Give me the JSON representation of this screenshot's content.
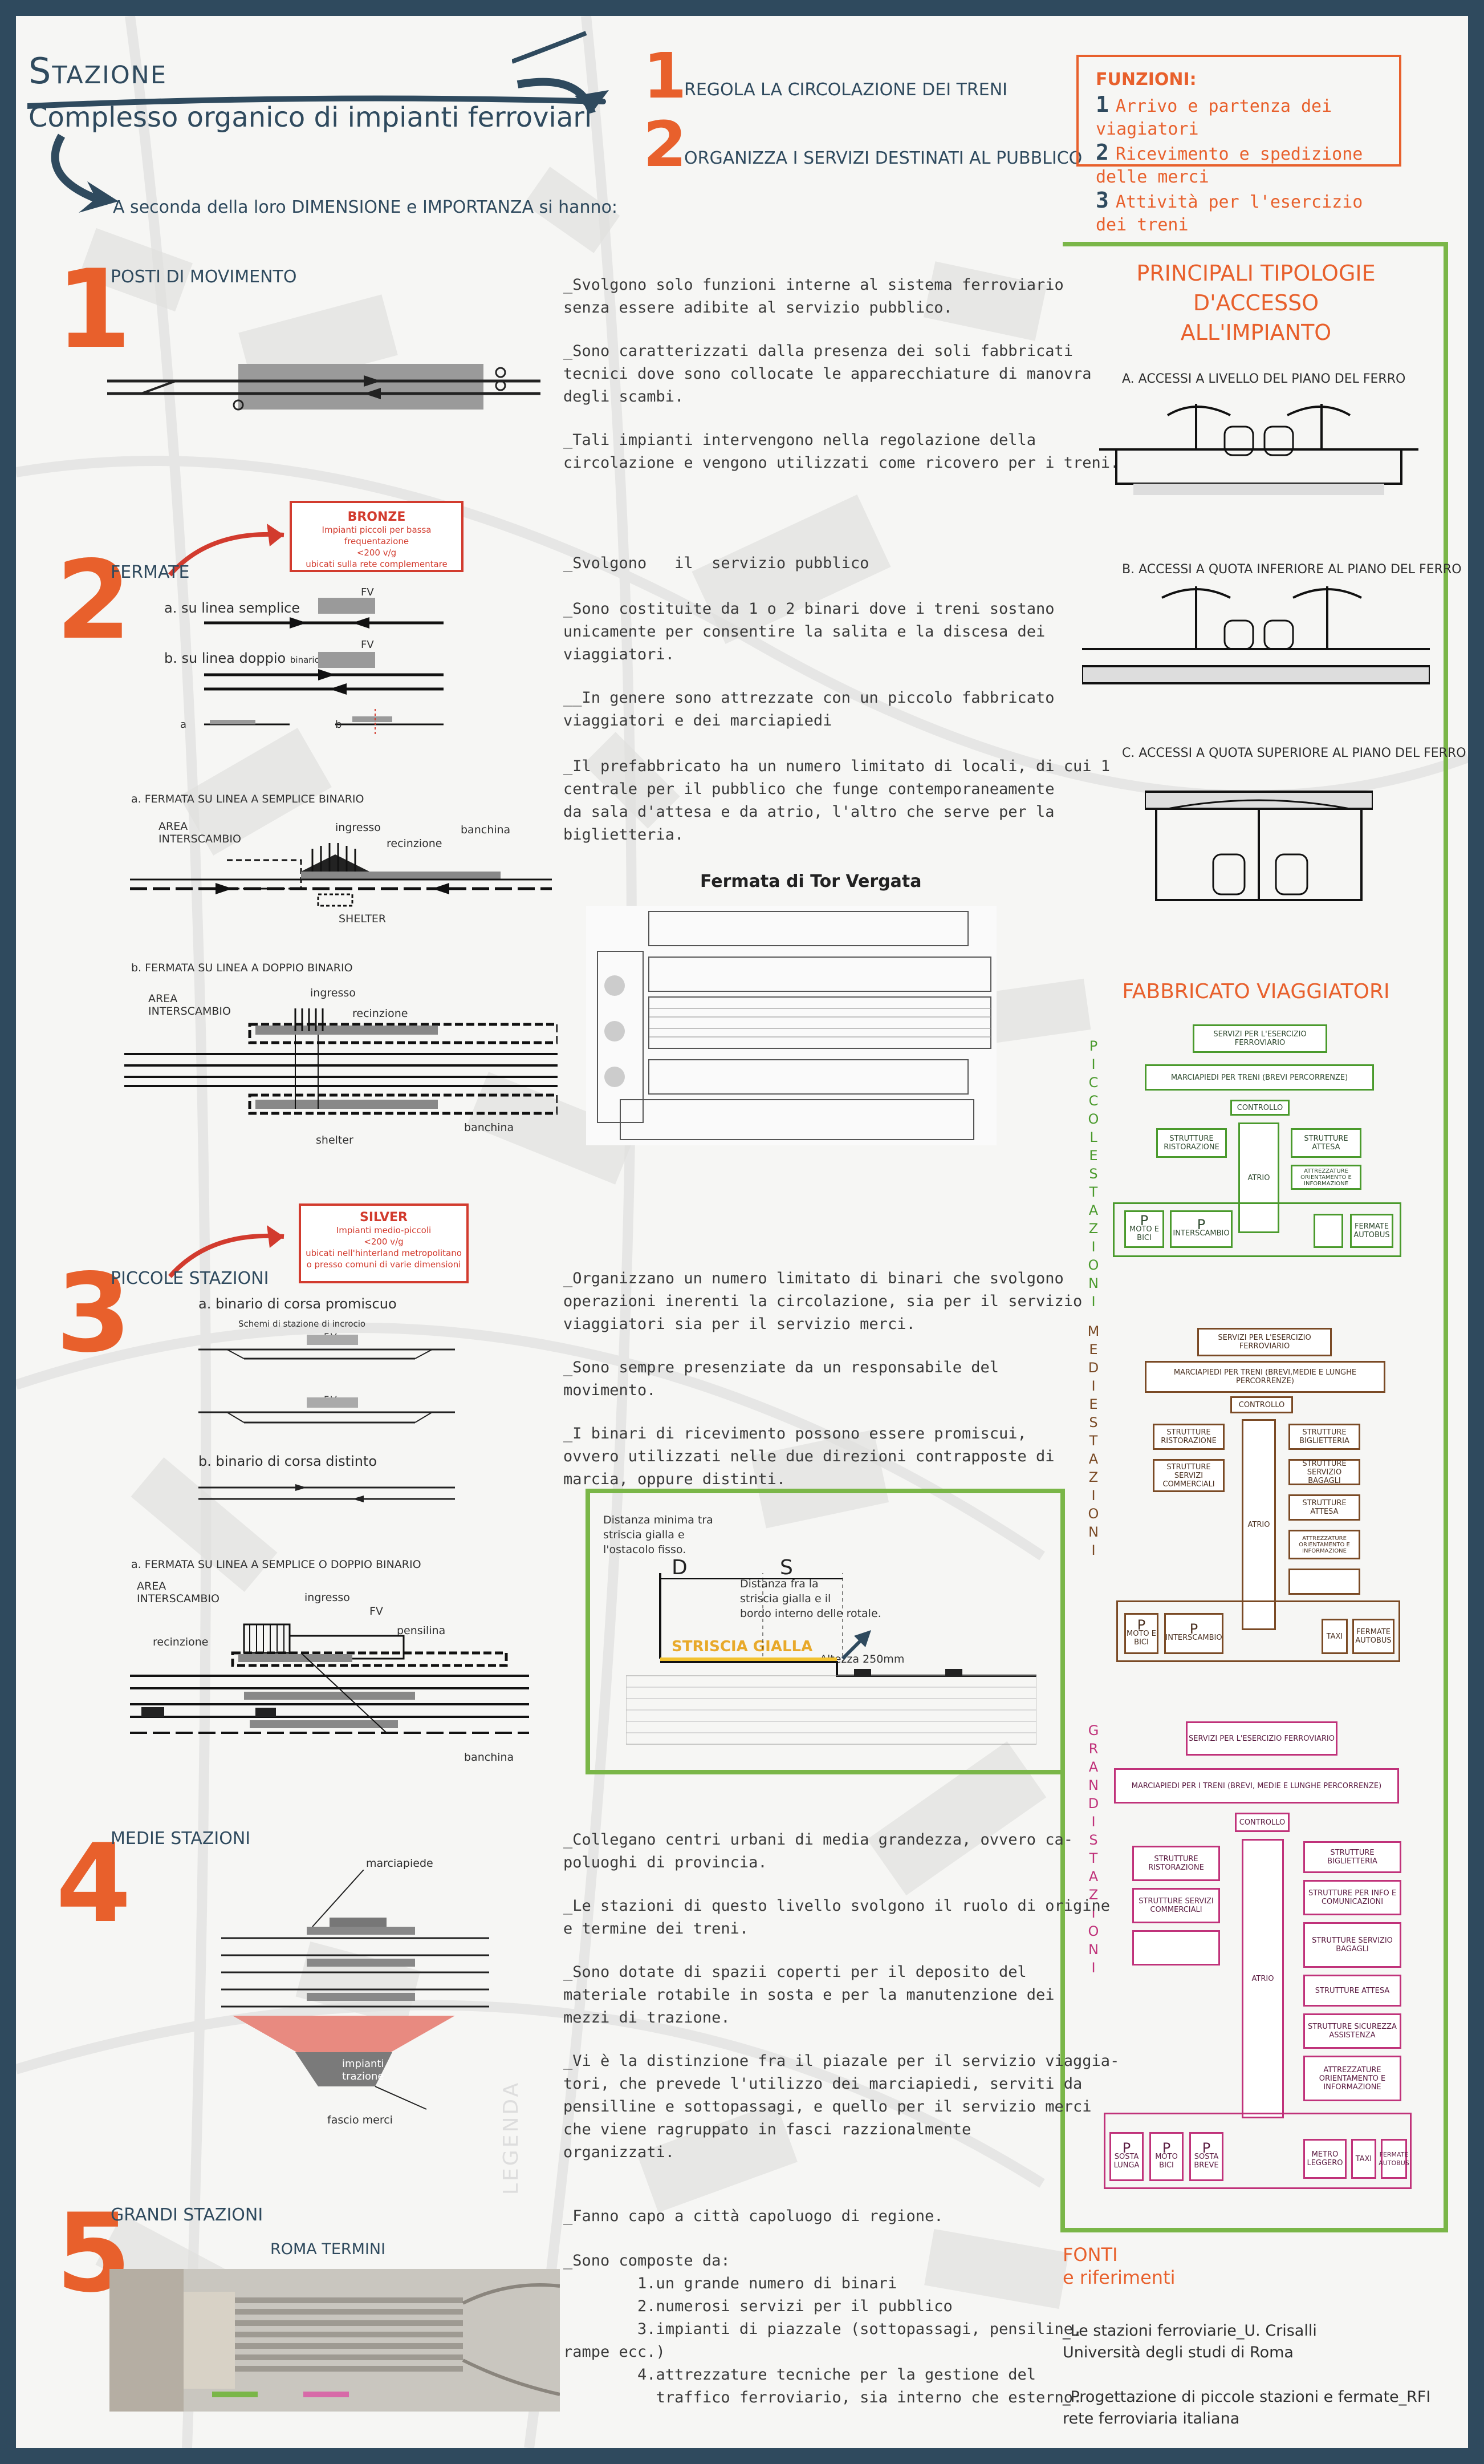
{
  "header": {
    "title": "Stazione",
    "subtitle": "Complesso organico di impianti ferroviari",
    "items": [
      {
        "num": "1",
        "text": "Regola la circolazione dei treni"
      },
      {
        "num": "2",
        "text": "Organizza i servizi destinati al pubblico"
      }
    ],
    "intro": "A seconda della loro DIMENSIONE e IMPORTANZA si hanno:"
  },
  "funzioni": {
    "title": "FUNZIONI:",
    "rows": [
      {
        "num": "1",
        "text": "Arrivo e partenza dei viagiatori"
      },
      {
        "num": "2",
        "text": "Ricevimento e spedizione delle merci"
      },
      {
        "num": "3",
        "text": "Attività per l'esercizio dei treni"
      }
    ]
  },
  "sections": [
    {
      "num": "1",
      "title": "POSTI DI MOVIMENTO",
      "paragraphs": [
        "_Svolgono solo funzioni interne al sistema ferroviario\nsenza essere adibite al servizio pubblico.",
        "_Sono caratterizzati dalla presenza dei soli fabbricati\ntecnici dove sono collocate le apparecchiature di manovra\ndegli scambi.",
        "_Tali impianti intervengono nella regolazione della\ncircolazione e vengono utilizzati come ricovero per i treni."
      ]
    },
    {
      "num": "2",
      "title": "FERMATE",
      "badge": {
        "title": "BRONZE",
        "lines": [
          "Impianti piccoli per bassa frequentazione",
          "<200 v/g",
          "ubicati sulla rete complementare"
        ]
      },
      "line_a": "a. su linea semplice",
      "line_b": "b. su linea doppio",
      "line_b_small": "binario",
      "fv": "FV",
      "opt_a": "a",
      "opt_b": "b",
      "plan_a_title": "a.  FERMATA SU LINEA A SEMPLICE  BINARIO",
      "plan_b_title": "b.  FERMATA SU LINEA A DOPPIO  BINARIO",
      "area": "AREA",
      "interscambio": "INTERSCAMBIO",
      "ingresso": "ingresso",
      "recinzione": "recinzione",
      "banchina": "banchina",
      "shelter_upper": "SHELTER",
      "shelter_lower": "shelter",
      "paragraphs": [
        "_Svolgono   il  servizio pubblico",
        "_Sono costituite da 1 o 2 binari dove i treni sostano\nunicamente per consentire la salita e la discesa dei\nviaggiatori.",
        "__In genere sono attrezzate con un piccolo fabbricato\nviaggiatori e dei marciapiedi",
        "_Il prefabbricato ha un numero limitato di locali, di cui 1\ncentrale per il pubblico che funge contemporaneamente\nda sala d'attesa e da atrio, l'altro che serve per la\nbiglietteria."
      ],
      "photo_caption": "Fermata di Tor Vergata"
    },
    {
      "num": "3",
      "title": "PICCOLE STAZIONI",
      "badge": {
        "title": "SILVER",
        "lines": [
          "Impianti medio-piccoli",
          "<200 v/g",
          "ubicati nell'hinterland metropolitano",
          "o presso comuni di varie dimensioni"
        ]
      },
      "sub_a": "a. binario di corsa promiscuo",
      "sub_a_note": "Schemi di stazione di incrocio",
      "sub_b": "b. binario di corsa distinto",
      "fv": "F.V.",
      "plan_title": "a.  FERMATA SU LINEA A SEMPLICE  O DOPPIO BINARIO",
      "area": "AREA",
      "interscambio": "INTERSCAMBIO",
      "ingresso": "ingresso",
      "recinzione": "recinzione",
      "pensilina": "pensilina",
      "banchina": "banchina",
      "plan_fv": "FV",
      "paragraphs": [
        "_Organizzano un numero limitato di binari che svolgono\noperazioni inerenti la circolazione, sia per il servizio\nviaggiatori sia per il servizio merci.",
        "_Sono sempre presenziate da un responsabile del\nmovimento.",
        "_I binari di ricevimento possono essere promiscui,\novvero utilizzati nelle due direzioni contrapposte di\nmarcia, oppure distinti."
      ]
    },
    {
      "num": "4",
      "title": "MEDIE STAZIONI",
      "marciapiede": "marciapiede",
      "impianti": "impianti",
      "trazione": "trazione",
      "fascio": "fascio merci",
      "paragraphs": [
        "_Collegano centri urbani di media grandezza, ovvero ca-\npoluoghi di provincia.",
        "_Le stazioni di questo livello svolgono il ruolo di origine\ne termine dei treni.",
        "_Sono dotate di spazii coperti per il deposito del\nmateriale rotabile in sosta e per la manutenzione dei\nmezzi di trazione.",
        "_Vi è la distinzione fra il piazale per il servizio viaggia-\ntori, che prevede l'utilizzo dei marciapiedi, serviti da\npensilline e sottopassagi, e quello per il servizio merci\nche viene ragruppato in fasci razzionalmente\norganizzati."
      ]
    },
    {
      "num": "5",
      "title": "GRANDI STAZIONI",
      "photo_caption": "ROMA  TERMINI",
      "paragraphs": [
        "_Fanno capo a città capoluogo di regione.",
        "_Sono composte da:\n        1.un grande numero di binari\n        2.numerosi servizi per il pubblico\n        3.impianti di piazzale (sottopassagi, pensiline,\nrampe ecc.)\n        4.attrezzature tecniche per la gestione del\n          traffico ferroviario, sia interno che esterno."
      ]
    }
  ],
  "watermark": "LEGENDA",
  "platform_detail": {
    "note_d": "Distanza minima tra\nstriscia gialla e\nl'ostacolo fisso.",
    "label_d": "D",
    "label_s": "S",
    "note_s": "Distanza fra la\nstriscia gialla e il\nbordo interno delle rotale.",
    "striscia": "STRISCIA GIALLA",
    "altezza": "Altezza 250mm"
  },
  "accessi": {
    "title": "PRINCIPALI TIPOLOGIE D'ACCESSO\nALL'IMPIANTO",
    "a": "A.  ACCESSI A LIVELLO DEL PIANO DEL FERRO",
    "b": "B.  ACCESSI A  QUOTA INFERIORE AL PIANO DEL FERRO",
    "c": "C.  ACCESSI A  QUOTA SUPERIORE AL PIANO DEL FERRO"
  },
  "fabbricato": {
    "title": "FABBRICATO VIAGGIATORI",
    "piccole_label": "PICCOLE STAZIONI",
    "medie_label": "MEDIE STAZIONI",
    "grandi_label": "GRANDI STAZIONI",
    "piccole": {
      "servizi": "SERVIZI PER L'ESERCIZIO FERROVIARIO",
      "marciapiedi": "MARCIAPIEDI PER TRENI (BREVI PERCORRENZE)",
      "controllo": "CONTROLLO",
      "ristorazione": "STRUTTURE RISTORAZIONE",
      "attesa": "STRUTTURE ATTESA",
      "atrio": "ATRIO",
      "attrezzature": "ATTREZZATURE ORIENTAMENTO E INFORMAZIONE",
      "p": "P",
      "moto": "MOTO E BICI",
      "interscambio": "INTERSCAMBIO",
      "fermate": "FERMATE AUTOBUS"
    },
    "medie": {
      "servizi": "SERVIZI PER L'ESERCIZIO FERROVIARIO",
      "marciapiedi": "MARCIAPIEDI PER TRENI (BREVI,MEDIE E LUNGHE PERCORRENZE)",
      "controllo": "CONTROLLO",
      "ristorazione": "STRUTTURE RISTORAZIONE",
      "biglietteria": "STRUTTURE BIGLIETTERIA",
      "commerciali": "STRUTTURE SERVIZI COMMERCIALI",
      "bagagli": "STRUTTURE SERVIZIO BAGAGLI",
      "attesa": "STRUTTURE ATTESA",
      "atrio": "ATRIO",
      "attrezzature": "ATTREZZATURE ORIENTAMENTO E INFORMAZIONE",
      "p": "P",
      "moto": "MOTO E BICI",
      "interscambio": "INTERSCAMBIO",
      "taxi": "TAXI",
      "fermate": "FERMATE AUTOBUS"
    },
    "grandi": {
      "servizi": "SERVIZI PER L'ESERCIZIO FERROVIARIO",
      "marciapiedi": "MARCIAPIEDI PER I TRENI (BREVI, MEDIE E LUNGHE PERCORRENZE)",
      "controllo": "CONTROLLO",
      "ristorazione": "STRUTTURE RISTORAZIONE",
      "biglietteria": "STRUTTURE BIGLIETTERIA",
      "commerciali": "STRUTTURE SERVIZI COMMERCIALI",
      "info": "STRUTTURE PER INFO E COMUNICAZIONI",
      "bagagli": "STRUTTURE SERVIZIO BAGAGLI",
      "attesa": "STRUTTURE ATTESA",
      "sicurezza": "STRUTTURE SICUREZZA ASSISTENZA",
      "attrezzature": "ATTREZZATURE ORIENTAMENTO E INFORMAZIONE",
      "atrio": "ATRIO",
      "p": "P",
      "sosta_lunga": "SOSTA LUNGA",
      "moto": "MOTO BICI",
      "sosta_breve": "SOSTA BREVE",
      "metro": "METRO LEGGERO",
      "taxi": "TAXI",
      "fermate": "FERMATE AUTOBUS"
    }
  },
  "fonti": {
    "title": "FONTI",
    "subtitle": "e riferimenti",
    "ref1_a": "_Le stazioni ferroviarie_U. Crisalli",
    "ref1_b": "Università degli studi di Roma",
    "ref2_a": "_Progettazione di piccole stazioni e fermate_RFI",
    "ref2_b": "rete ferroviaria italiana"
  },
  "colors": {
    "navy": "#2f4a5e",
    "orange": "#e8602c",
    "green": "#7ab648",
    "red": "#d23b2e",
    "brown": "#7a4a25",
    "magenta": "#c0327a"
  }
}
